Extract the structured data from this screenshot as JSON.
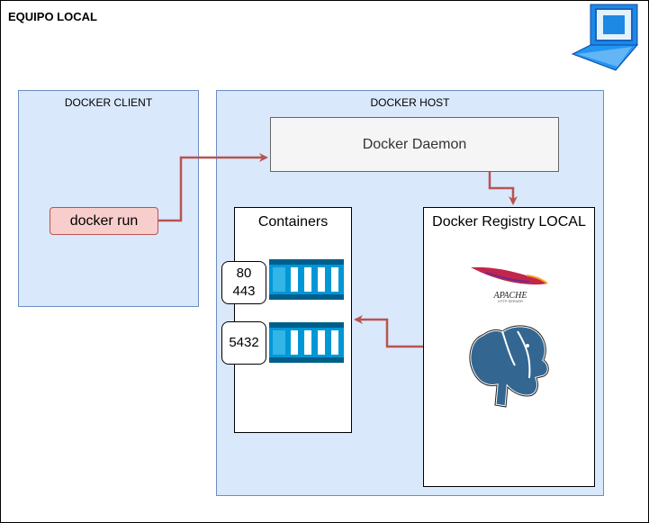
{
  "local": {
    "title": "EQUIPO LOCAL"
  },
  "client": {
    "title": "DOCKER CLIENT",
    "command": "docker run"
  },
  "host": {
    "title": "DOCKER HOST",
    "daemon": "Docker Daemon"
  },
  "containers": {
    "title": "Containers",
    "items": [
      {
        "ports": [
          "80",
          "443"
        ]
      },
      {
        "ports": [
          "5432"
        ]
      }
    ]
  },
  "registry": {
    "title": "Docker Registry LOCAL",
    "apache_logo_text": "APACHE",
    "apache_logo_subtext": "HTTP SERVER"
  },
  "colors": {
    "panel_fill": "#dae8fc",
    "panel_border": "#6c8ebf",
    "arrow": "#b85450",
    "run_fill": "#f8cecc",
    "container_blue": "#0097d7",
    "postgres_blue": "#336791"
  }
}
